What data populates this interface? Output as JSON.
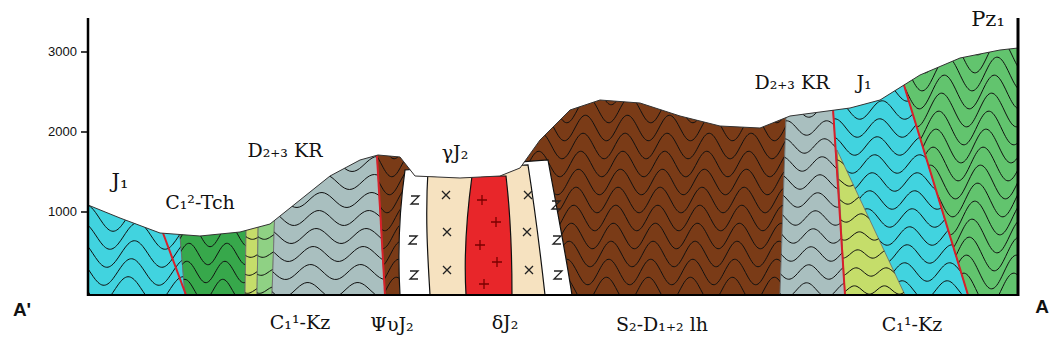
{
  "diagram": {
    "labels": [
      "3000",
      "2000",
      "1000",
      "A'",
      "A",
      "Pz₁",
      "J₁",
      "C₁²-Tch",
      "D₂₊₃ KR",
      "γJ₂",
      "D₂₊₃ KR",
      "J₁",
      "C₁¹-Kz",
      "ΨυJ₂",
      "δJ₂",
      "S₂-D₁₊₂ lh",
      "C₁¹-Kz"
    ]
  }
}
